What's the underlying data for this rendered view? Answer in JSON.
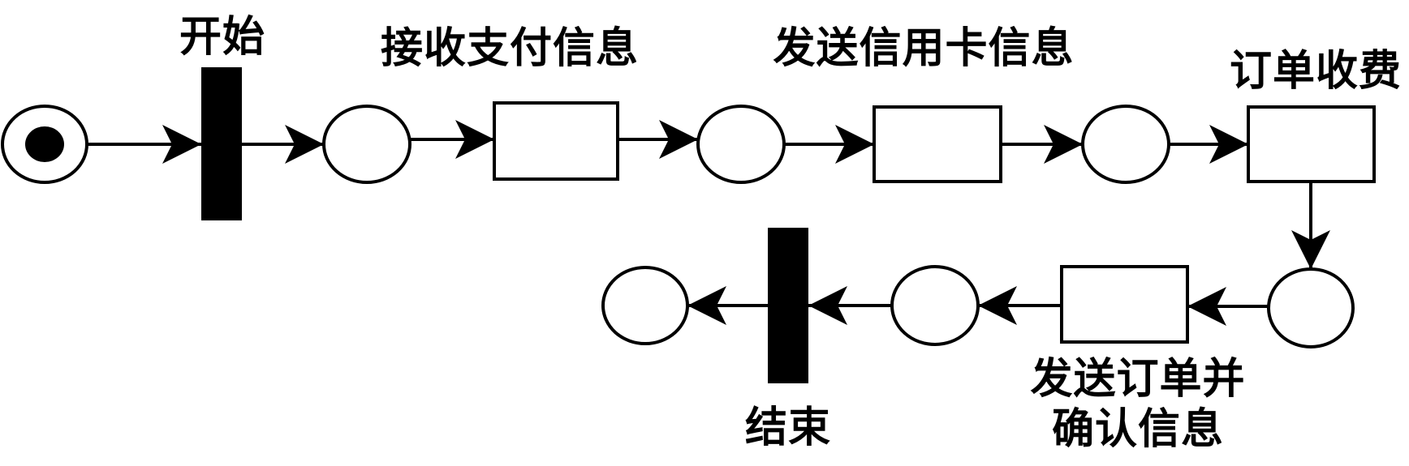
{
  "diagram": {
    "labels": {
      "start": "开始",
      "receive_payment": "接收支付信息",
      "send_card": "发送信用卡信息",
      "charge_order": "订单收费",
      "send_confirm_line1": "发送订单并",
      "send_confirm_line2": "确认信息",
      "end": "结束"
    }
  }
}
